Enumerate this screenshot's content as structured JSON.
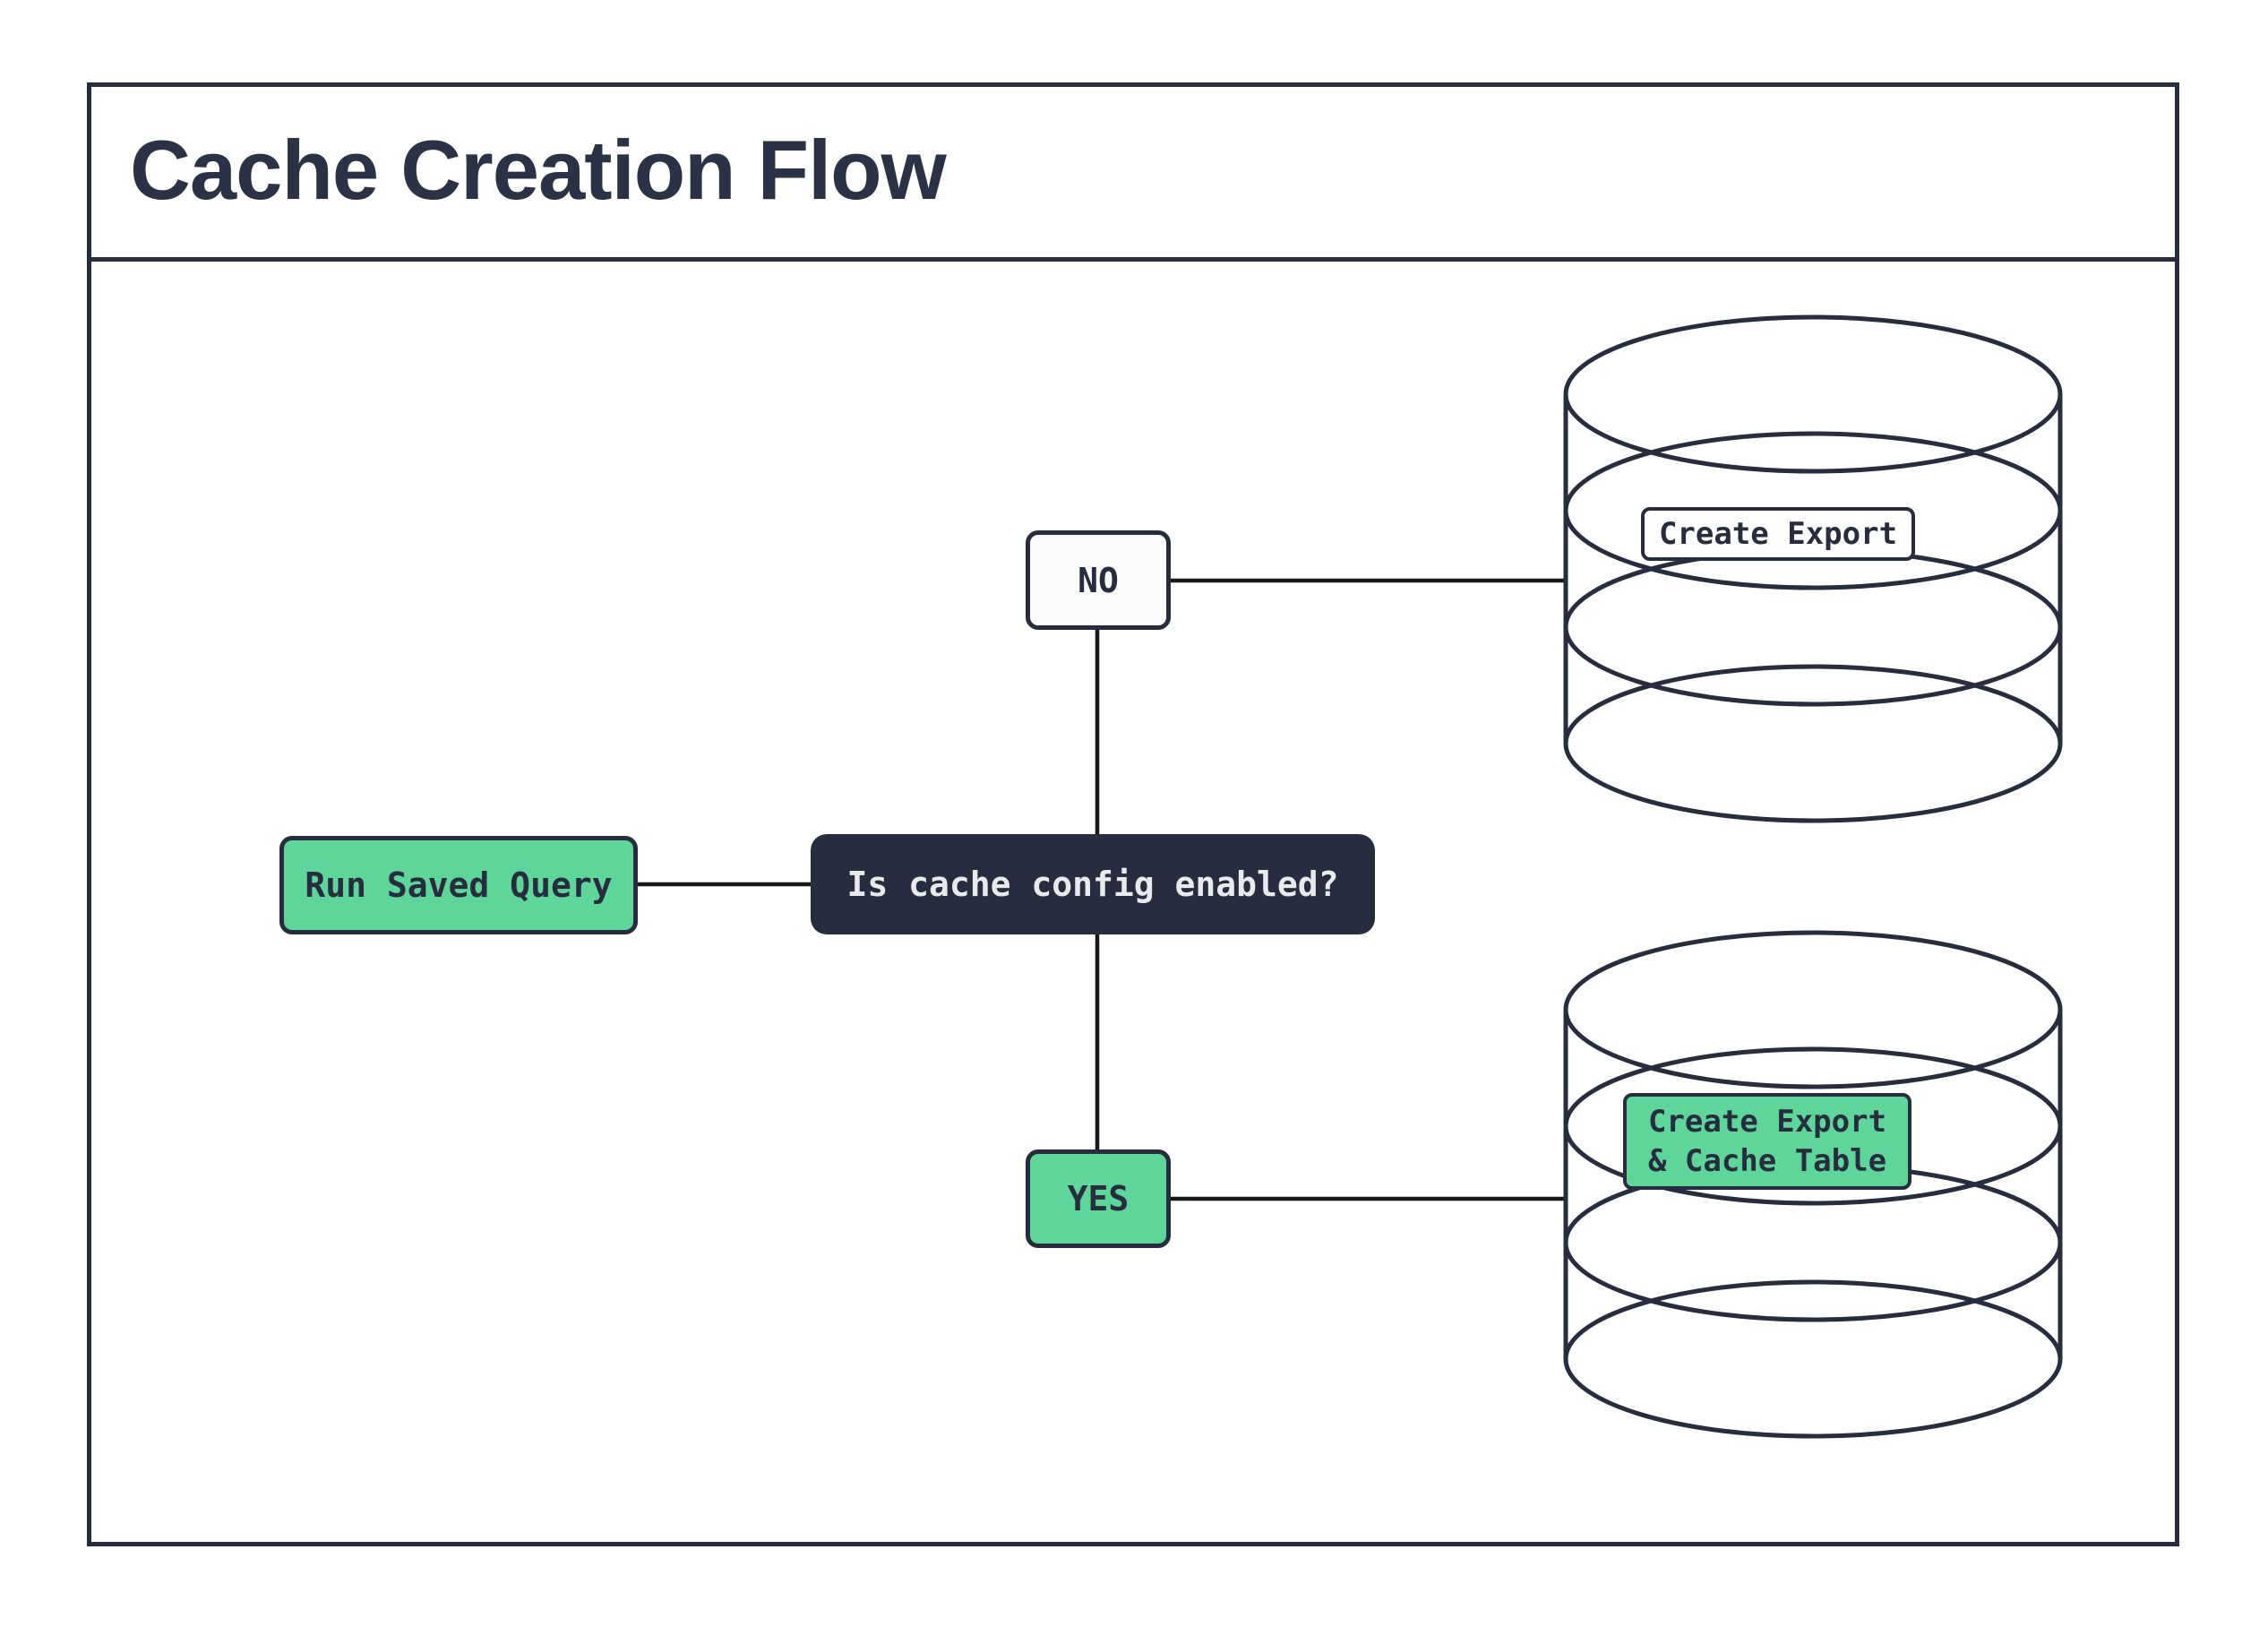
{
  "title": "Cache Creation Flow",
  "nodes": {
    "run_saved_query": {
      "label": "Run Saved Query"
    },
    "decision": {
      "label": "Is cache config enabled?"
    },
    "no_branch": {
      "label": "NO"
    },
    "yes_branch": {
      "label": "YES"
    },
    "database_top_label": {
      "label": "Create Export"
    },
    "database_bottom_label": {
      "line1": "Create Export",
      "line2": "& Cache Table"
    }
  },
  "icons": {
    "database_top": "database-cylinder-icon",
    "database_bottom": "database-cylinder-icon"
  },
  "colors": {
    "background": "#ffffff",
    "frame_border": "#272d3e",
    "title_text": "#2b3245",
    "accent_green": "#5ed69a",
    "dark_node_bg": "#272d3e",
    "dark_node_text": "#e9eaee",
    "light_node_bg": "#fbfbfc",
    "connector_line": "#17181c",
    "cylinder_stroke": "#272d3e"
  }
}
